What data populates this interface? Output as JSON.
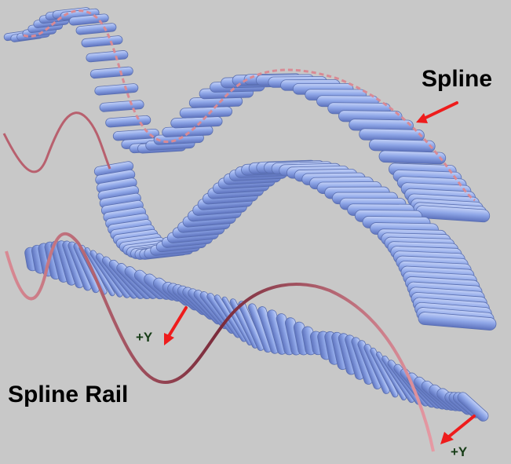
{
  "labels": {
    "spline": "Spline",
    "spline_rail": "Spline Rail",
    "plus_y_1": "+Y",
    "plus_y_2": "+Y"
  },
  "colors": {
    "background": "#c8c8c8",
    "ribbon_fill": "#8fa7e8",
    "ribbon_stroke": "#5a6fb0",
    "spline_curve": "#d98a94",
    "rail_curve": "#8e3a4a",
    "arrow": "#ee1c1c"
  }
}
